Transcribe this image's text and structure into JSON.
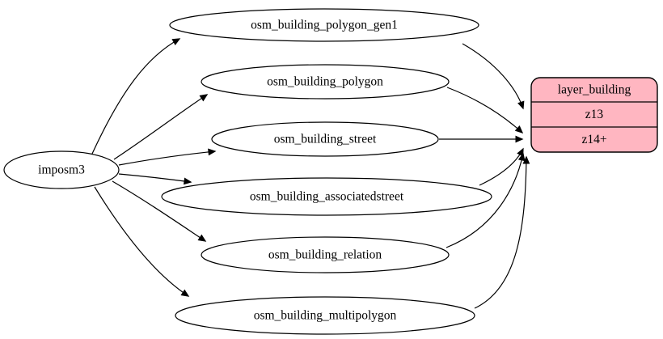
{
  "diagram": {
    "kind": "etl-graph",
    "background_color": "#ffffff",
    "edge_color": "#000000",
    "node_fill_color": "#ffffff",
    "source_node": {
      "id": "imposm3",
      "label": "imposm3",
      "shape": "ellipse"
    },
    "table_nodes": [
      {
        "id": "osm_building_polygon_gen1",
        "label": "osm_building_polygon_gen1"
      },
      {
        "id": "osm_building_polygon",
        "label": "osm_building_polygon"
      },
      {
        "id": "osm_building_street",
        "label": "osm_building_street"
      },
      {
        "id": "osm_building_associatedstreet",
        "label": "osm_building_associatedstreet"
      },
      {
        "id": "osm_building_relation",
        "label": "osm_building_relation"
      },
      {
        "id": "osm_building_multipolygon",
        "label": "osm_building_multipolygon"
      }
    ],
    "layer_node": {
      "id": "layer_building",
      "title": "layer_building",
      "rows": [
        {
          "label": "z13"
        },
        {
          "label": "z14+"
        }
      ],
      "fill_color": "#ffb6c1",
      "border_color": "#000000",
      "shape": "rounded-record"
    },
    "edges": [
      {
        "from": "imposm3",
        "to": "osm_building_polygon_gen1"
      },
      {
        "from": "imposm3",
        "to": "osm_building_polygon"
      },
      {
        "from": "imposm3",
        "to": "osm_building_street"
      },
      {
        "from": "imposm3",
        "to": "osm_building_associatedstreet"
      },
      {
        "from": "imposm3",
        "to": "osm_building_relation"
      },
      {
        "from": "imposm3",
        "to": "osm_building_multipolygon"
      },
      {
        "from": "osm_building_polygon_gen1",
        "to": "layer_building:z13"
      },
      {
        "from": "osm_building_polygon",
        "to": "layer_building:z14+"
      },
      {
        "from": "osm_building_street",
        "to": "layer_building:z14+"
      },
      {
        "from": "osm_building_associatedstreet",
        "to": "layer_building:z14+"
      },
      {
        "from": "osm_building_relation",
        "to": "layer_building:z14+"
      },
      {
        "from": "osm_building_multipolygon",
        "to": "layer_building:z14+"
      }
    ]
  }
}
